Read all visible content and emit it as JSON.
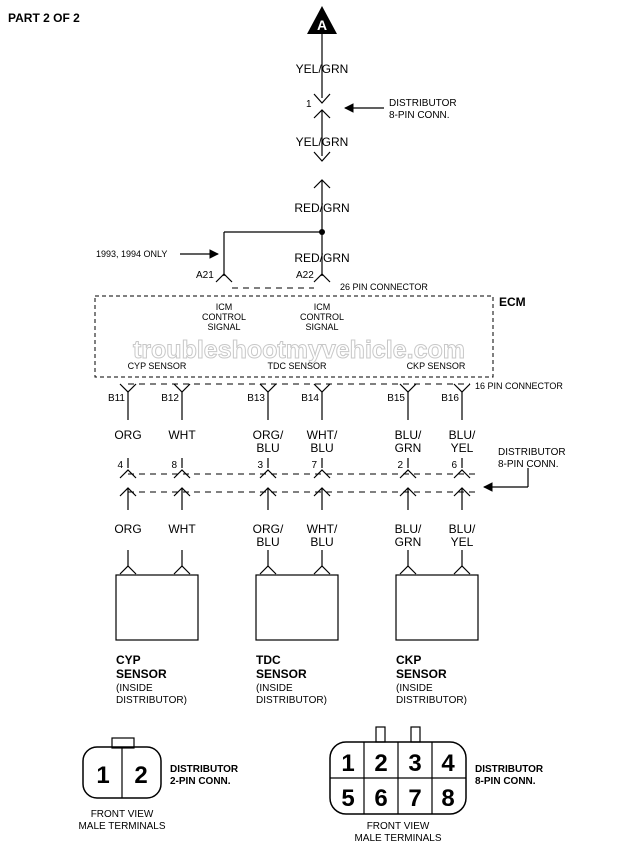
{
  "page": {
    "part_label": "PART 2 OF 2"
  },
  "connector_ref": "A",
  "top_chain": {
    "wire1": "YEL/GRN",
    "pin1": "1",
    "dist_conn_line1": "DISTRIBUTOR",
    "dist_conn_line2": "8-PIN CONN.",
    "wire2": "YEL/GRN",
    "wire3": "RED/GRN",
    "wire4": "RED/GRN",
    "years_note": "1993, 1994 ONLY",
    "pin_a21": "A21",
    "pin_a22": "A22",
    "conn26": "26 PIN CONNECTOR"
  },
  "ecm": {
    "title": "ECM",
    "icm_left": [
      "ICM",
      "CONTROL",
      "SIGNAL"
    ],
    "icm_right": [
      "ICM",
      "CONTROL",
      "SIGNAL"
    ],
    "cyp_label": "CYP SENSOR",
    "tdc_label": "TDC SENSOR",
    "ckp_label": "CKP SENSOR",
    "watermark": "troubleshootmyvehicle.com"
  },
  "conn16": "16 PIN CONNECTOR",
  "dist8_line1": "DISTRIBUTOR",
  "dist8_line2": "8-PIN CONN.",
  "circuits": [
    {
      "pin": "B11",
      "wire": [
        "ORG",
        ""
      ],
      "dist_pin": "4",
      "bottom_wire": [
        "ORG",
        ""
      ]
    },
    {
      "pin": "B12",
      "wire": [
        "WHT",
        ""
      ],
      "dist_pin": "8",
      "bottom_wire": [
        "WHT",
        ""
      ]
    },
    {
      "pin": "B13",
      "wire": [
        "ORG/",
        "BLU"
      ],
      "dist_pin": "3",
      "bottom_wire": [
        "ORG/",
        "BLU"
      ]
    },
    {
      "pin": "B14",
      "wire": [
        "WHT/",
        "BLU"
      ],
      "dist_pin": "7",
      "bottom_wire": [
        "WHT/",
        "BLU"
      ]
    },
    {
      "pin": "B15",
      "wire": [
        "BLU/",
        "GRN"
      ],
      "dist_pin": "2",
      "bottom_wire": [
        "BLU/",
        "GRN"
      ]
    },
    {
      "pin": "B16",
      "wire": [
        "BLU/",
        "YEL"
      ],
      "dist_pin": "6",
      "bottom_wire": [
        "BLU/",
        "YEL"
      ]
    }
  ],
  "sensors": [
    {
      "name1": "CYP",
      "name2": "SENSOR",
      "sub1": "(INSIDE",
      "sub2": "DISTRIBUTOR)"
    },
    {
      "name1": "TDC",
      "name2": "SENSOR",
      "sub1": "(INSIDE",
      "sub2": "DISTRIBUTOR)"
    },
    {
      "name1": "CKP",
      "name2": "SENSOR",
      "sub1": "(INSIDE",
      "sub2": "DISTRIBUTOR)"
    }
  ],
  "conn2pin": {
    "pins": [
      "1",
      "2"
    ],
    "label1": "DISTRIBUTOR",
    "label2": "2-PIN CONN.",
    "view1": "FRONT VIEW",
    "view2": "MALE TERMINALS"
  },
  "conn8pin": {
    "pins": [
      "1",
      "2",
      "3",
      "4",
      "5",
      "6",
      "7",
      "8"
    ],
    "label1": "DISTRIBUTOR",
    "label2": "8-PIN CONN.",
    "view1": "FRONT VIEW",
    "view2": "MALE TERMINALS"
  }
}
